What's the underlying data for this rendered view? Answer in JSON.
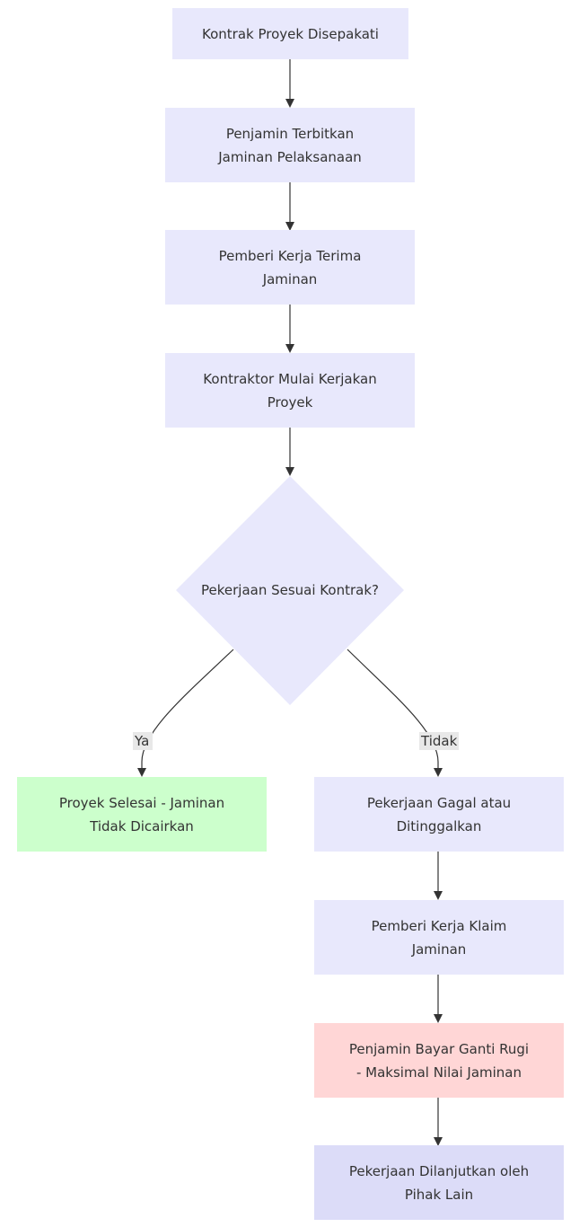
{
  "colors": {
    "default_fill": "#e8e8fc",
    "success_fill": "#ccffcc",
    "danger_fill": "#ffd6d6",
    "final_fill": "#dcdcf8",
    "edge": "#333333",
    "label_bg": "#e8e8e8"
  },
  "nodes": {
    "contract": {
      "lines": [
        "Kontrak Proyek Disepakati"
      ]
    },
    "issue": {
      "lines": [
        "Penjamin Terbitkan",
        "Jaminan Pelaksanaan"
      ]
    },
    "accept": {
      "lines": [
        "Pemberi Kerja Terima",
        "Jaminan"
      ]
    },
    "start": {
      "lines": [
        "Kontraktor Mulai Kerjakan",
        "Proyek"
      ]
    },
    "decision": {
      "lines": [
        "Pekerjaan Sesuai Kontrak?"
      ]
    },
    "done": {
      "lines": [
        "Proyek Selesai - Jaminan",
        "Tidak Dicairkan"
      ]
    },
    "fail": {
      "lines": [
        "Pekerjaan Gagal atau",
        "Ditinggalkan"
      ]
    },
    "claim": {
      "lines": [
        "Pemberi Kerja Klaim",
        "Jaminan"
      ]
    },
    "pay": {
      "lines": [
        "Penjamin Bayar Ganti Rugi",
        "- Maksimal Nilai Jaminan"
      ]
    },
    "continue": {
      "lines": [
        "Pekerjaan Dilanjutkan oleh",
        "Pihak Lain"
      ]
    }
  },
  "edge_labels": {
    "yes": "Ya",
    "no": "Tidak"
  }
}
